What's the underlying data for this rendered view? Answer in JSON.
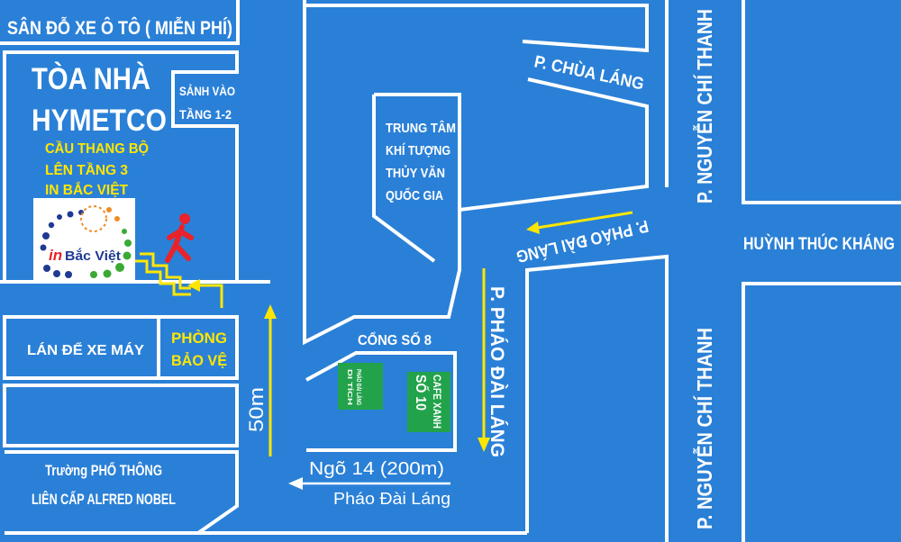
{
  "colors": {
    "background": "#2a80d7",
    "lines": "#ffffff",
    "highlight": "#ffe600",
    "marker_green": "#22a34b",
    "runner": "#e8232a"
  },
  "areas": {
    "car_parking": "SÂN ĐỖ XE Ô TÔ ( MIỄN PHÍ)",
    "building": [
      "TÒA NHÀ",
      "HYMETCO"
    ],
    "stairs_note": [
      "CẦU THANG BỘ",
      "LÊN TẦNG 3",
      "IN BẮC VIỆT"
    ],
    "lobby": [
      "SẢNH VÀO",
      "TẦNG 1-2"
    ],
    "weather_center": [
      "TRUNG TÂM",
      "KHÍ TƯỢNG",
      "THỦY VĂN",
      "QUỐC GIA"
    ],
    "gate": "CỔNG SỐ 8",
    "motorbike_parking": "LÁN ĐỂ XE MÁY",
    "guard_room": [
      "PHÒNG",
      "BẢO VỆ"
    ],
    "school": [
      "Trường PHỔ THÔNG",
      "LIÊN CẤP ALFRED NOBEL"
    ]
  },
  "streets": {
    "chua_lang": "P. CHÙA LÁNG",
    "nguyen_chi_thanh_north": "P. NGUYỄN CHÍ THANH",
    "nguyen_chi_thanh_south": "P. NGUYỄN CHÍ THANH",
    "huynh_thuc_khang": "HUỲNH THÚC KHÁNG",
    "phao_dai_lang_diagonal": "P. PHÁO ĐÀI LÁNG",
    "phao_dai_lang_vertical": "P. PHÁO ĐÀI LÁNG"
  },
  "directions": {
    "distance_to_building": "50m",
    "alley": "Ngõ 14 (200m)",
    "alley_street": "Pháo Đài Láng"
  },
  "markers": {
    "relic": [
      "DI TÍCH",
      "PHÁO ĐÀI LÁNG"
    ],
    "cafe": [
      "SỐ 10",
      "CAFE XANH"
    ]
  },
  "logo": {
    "prefix": "in",
    "name": "Bắc Việt"
  },
  "icons": {
    "runner": "running-person-icon",
    "stairs": "stairs-icon",
    "arrows": [
      "arrow-up-icon",
      "arrow-left-icon",
      "arrow-down-icon"
    ]
  }
}
